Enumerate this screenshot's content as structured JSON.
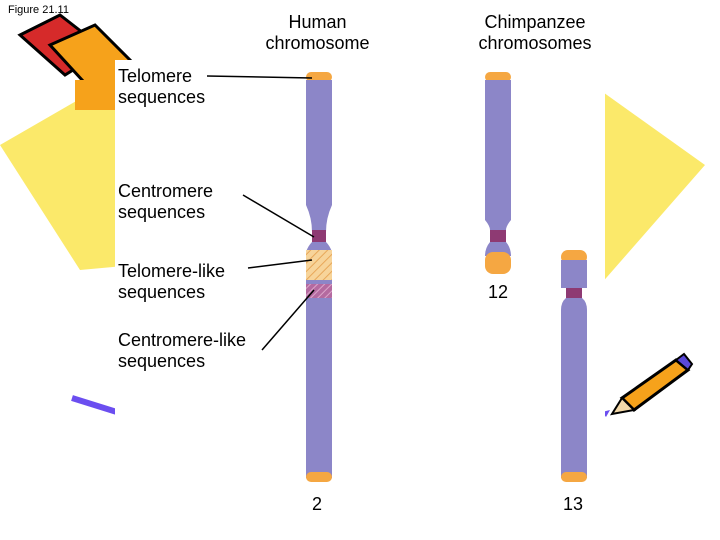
{
  "figure_label": "Figure 21.11",
  "headers": {
    "human": "Human\nchromosome",
    "chimp": "Chimpanzee\nchromosomes"
  },
  "labels": {
    "telomere": "Telomere\nsequences",
    "centromere": "Centromere\nsequences",
    "telomere_like": "Telomere-like\nsequences",
    "centromere_like": "Centromere-like\nsequences"
  },
  "chromosome_numbers": {
    "human": "2",
    "chimp_a": "12",
    "chimp_b": "13"
  },
  "colors": {
    "chromosome_body": "#8c86c8",
    "telomere_cap": "#f5a742",
    "centromere_band": "#8e3a73",
    "fused_region": "#f7d49a",
    "background_yellow": "#fbe96a"
  }
}
